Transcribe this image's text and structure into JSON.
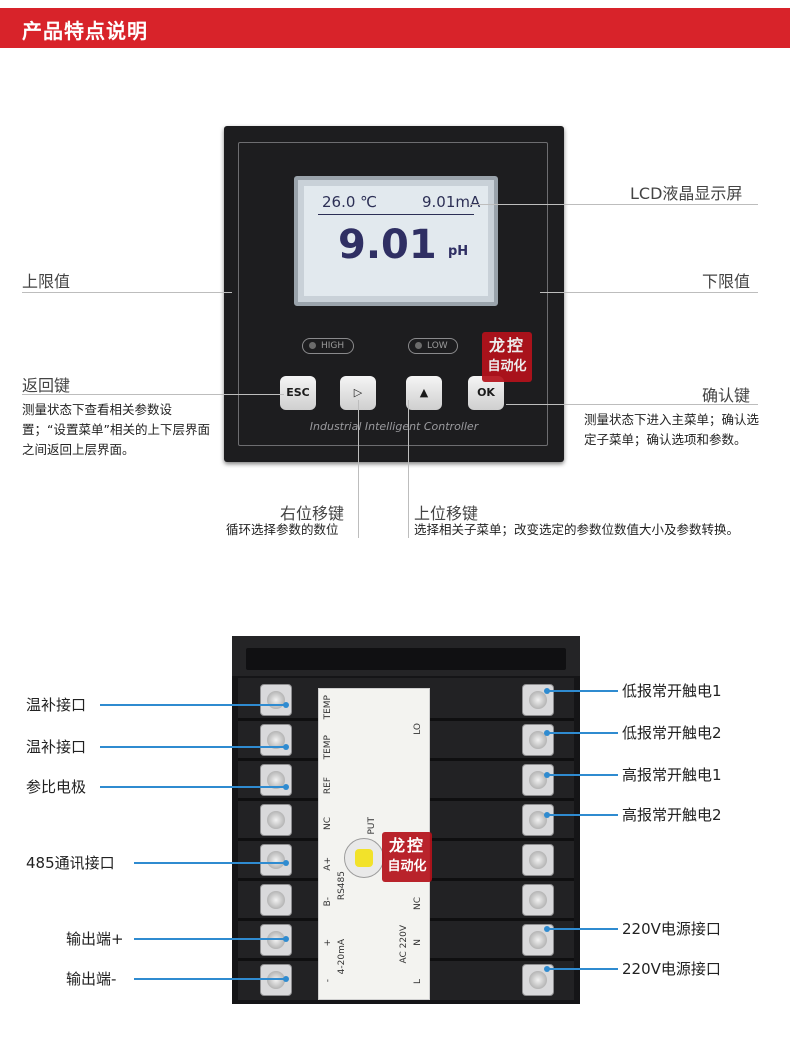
{
  "header": {
    "title": "产品特点说明"
  },
  "front_panel": {
    "lcd": {
      "temp": "26.0 ℃",
      "current": "9.01mA",
      "value": "9.01",
      "unit": "pH"
    },
    "leds": {
      "high": "HIGH",
      "low": "LOW"
    },
    "keys": {
      "esc": "ESC",
      "right": "▷",
      "up": "▲",
      "ok": "OK"
    },
    "brand": "Industrial Intelligent Controller",
    "watermark": {
      "line1": "龙控",
      "line2": "自动化"
    }
  },
  "front_labels": {
    "lcd": "LCD液晶显示屏",
    "upper_limit": "上限值",
    "lower_limit": "下限值",
    "back_key": {
      "title": "返回键",
      "desc": "测量状态下查看相关参数设置；“设置菜单”相关的上下层界面之间返回上层界面。"
    },
    "confirm_key": {
      "title": "确认键",
      "desc": "测量状态下进入主菜单；确认选定子菜单；确认选项和参数。"
    },
    "right_shift": {
      "title": "右位移键",
      "desc": "循环选择参数的数位"
    },
    "up_shift": {
      "title": "上位移键",
      "desc": "选择相关子菜单；改变选定的参数位数值大小及参数转换。"
    }
  },
  "rear_panel": {
    "plate_labels": {
      "temp1": "TEMP",
      "temp2": "TEMP",
      "ref": "REF",
      "nc1": "NC",
      "a": "A+",
      "b": "B-",
      "plus": "+",
      "minus": "-",
      "ma": "4-20mA",
      "rs485": "RS485",
      "put": "PUT",
      "lo": "LO",
      "nc2": "NC",
      "ac": "AC 220V",
      "n": "N",
      "l": "L"
    },
    "left_labels": [
      "温补接口",
      "温补接口",
      "参比电极",
      "485通讯接口",
      "输出端+",
      "输出端-"
    ],
    "right_labels": [
      "低报常开触电1",
      "低报常开触电2",
      "高报常开触电1",
      "高报常开触电2",
      "220V电源接口",
      "220V电源接口"
    ],
    "watermark": {
      "line1": "龙控",
      "line2": "自动化"
    }
  }
}
